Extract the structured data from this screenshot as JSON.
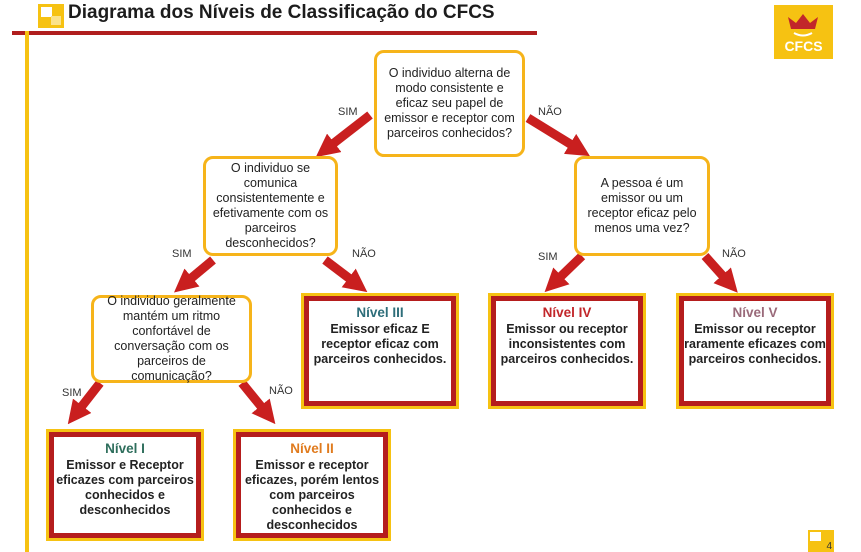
{
  "title": "Diagrama dos Níveis de Classificação do CFCS",
  "logo": {
    "text": "CFCS"
  },
  "colors": {
    "red": "#b51d1d",
    "yellow": "#f6c212",
    "orange_border": "#f6b41a",
    "level1": "#2e6e5c",
    "level2": "#e07b1e",
    "level3": "#2e6e7a",
    "level4": "#c2262a",
    "level5": "#9a6a7a"
  },
  "questions": {
    "q1": "O individuo alterna de modo consistente e eficaz seu papel de emissor e receptor com parceiros conhecidos?",
    "q2": "O individuo se comunica consistentemente e efetivamente com os parceiros desconhecidos?",
    "q3": "A pessoa é um emissor ou um receptor eficaz pelo menos uma vez?",
    "q4": "O individuo geralmente mantém um ritmo confortável de conversação com os parceiros de comunicação?"
  },
  "labels": {
    "yes": "SIM",
    "no": "NÃO"
  },
  "levels": [
    {
      "title": "Nível I",
      "text": "Emissor e Receptor eficazes com parceiros conhecidos e desconhecidos"
    },
    {
      "title": "Nível II",
      "text": "Emissor e receptor eficazes, porém lentos com parceiros conhecidos e desconhecidos"
    },
    {
      "title": "Nível III",
      "text": "Emissor eficaz E receptor eficaz com parceiros conhecidos."
    },
    {
      "title": "Nível IV",
      "text": "Emissor ou receptor inconsistentes com parceiros conhecidos."
    },
    {
      "title": "Nível V",
      "text": "Emissor ou receptor raramente eficazes com parceiros conhecidos."
    }
  ],
  "page_number": "4"
}
